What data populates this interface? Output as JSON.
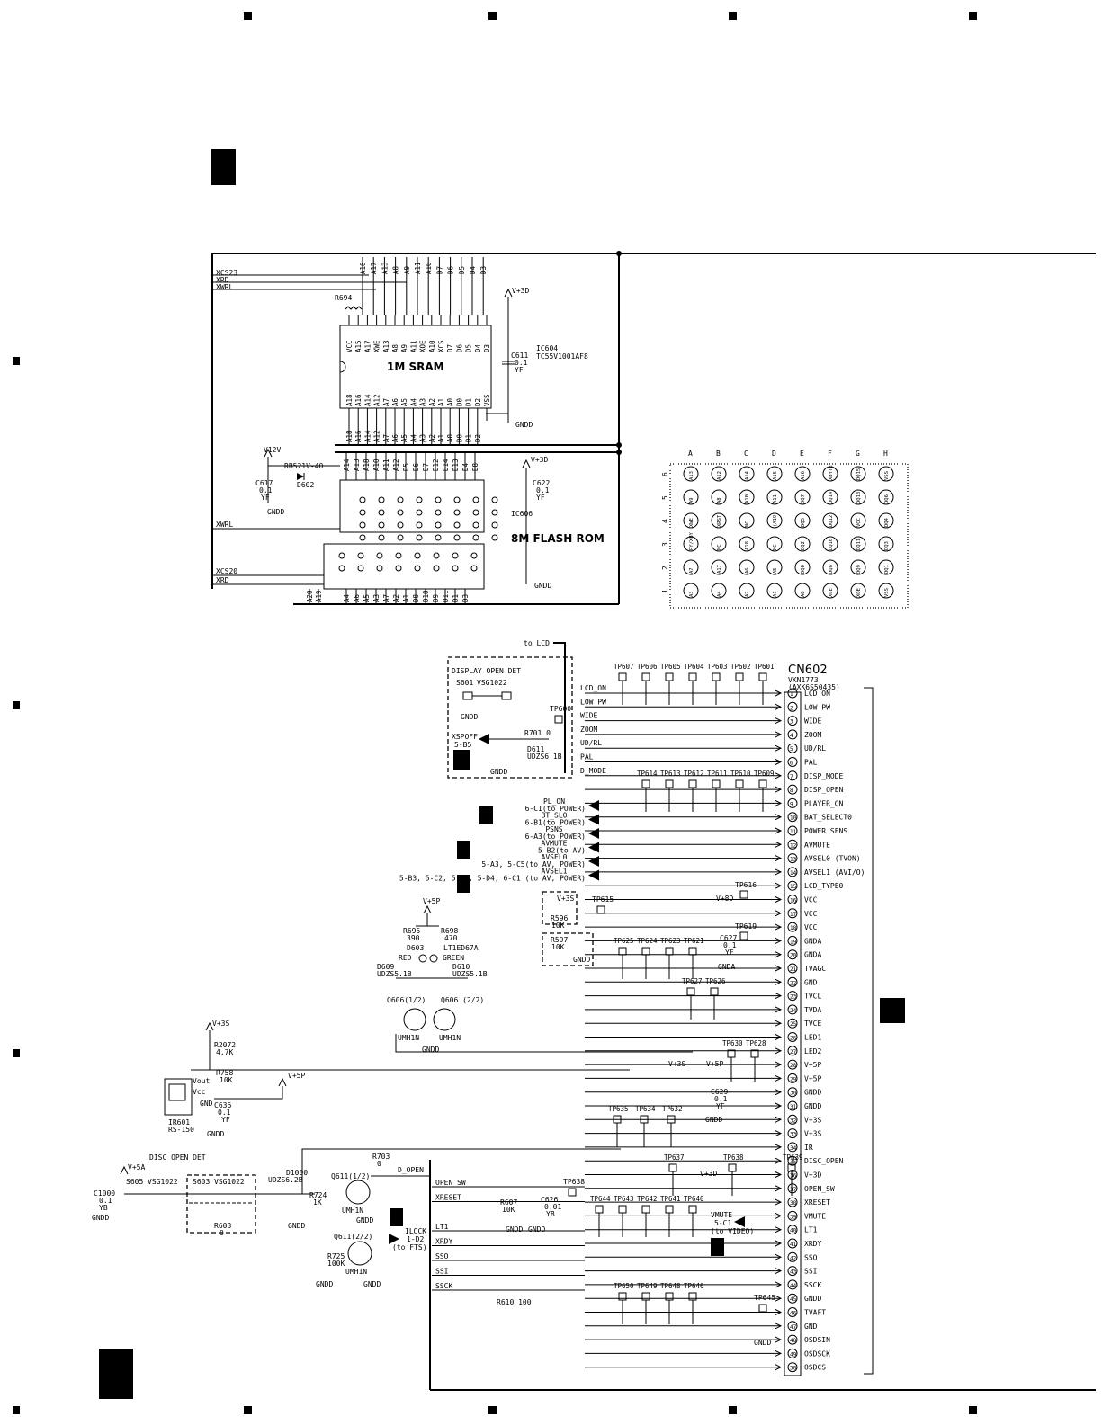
{
  "sram": {
    "title": "1M SRAM",
    "ic_ref": "IC604",
    "ic_part": "TC55V1001AF8",
    "resistor": "R694",
    "cap": "C611",
    "cap_val": "0.1",
    "cap_type": "YF",
    "top_pins": [
      "VCC",
      "A15",
      "A17",
      "XWE",
      "A13",
      "A8",
      "A9",
      "A11",
      "XOE",
      "A10",
      "XCS",
      "D7",
      "D6",
      "D5",
      "D4",
      "D3"
    ],
    "bottom_pins": [
      "A18",
      "A16",
      "A14",
      "A12",
      "A7",
      "A6",
      "A5",
      "A4",
      "A3",
      "A2",
      "A1",
      "A0",
      "D0",
      "D1",
      "D2",
      "VSS"
    ],
    "top_nets": [
      "A16",
      "A17",
      "A13",
      "A8",
      "A9",
      "A11",
      "A10",
      "D7",
      "D6",
      "D5",
      "D4",
      "D3"
    ],
    "bottom_nets": [
      "A18",
      "A16",
      "A14",
      "A12",
      "A7",
      "A6",
      "A5",
      "A4",
      "A3",
      "A2",
      "A1",
      "A0",
      "D0",
      "D1",
      "D2"
    ],
    "signals": [
      "XCS23",
      "XRD",
      "XWRL"
    ]
  },
  "flash": {
    "title": "8M FLASH ROM",
    "ic_ref": "IC606",
    "cap": "C622",
    "cap_val": "0.1",
    "cap_type": "YF",
    "diode": "D602",
    "diode_part": "RB521V-40",
    "cap2": "C617",
    "cap2_val": "0.1",
    "cap2_type": "YF",
    "top_nets": [
      "A14",
      "A13",
      "A18",
      "A10",
      "A11",
      "A12",
      "D5",
      "D6",
      "D7",
      "D12",
      "D14",
      "D13",
      "D4",
      "D8"
    ],
    "bottom_nets": [
      "A20",
      "A19",
      "A4",
      "A6",
      "A5",
      "A3",
      "A7",
      "A2",
      "A1",
      "D8",
      "D10",
      "D9",
      "D11",
      "D1",
      "D3"
    ],
    "signals": [
      "XWRL",
      "XCS20",
      "XRD"
    ]
  },
  "power_labels": {
    "v3d": "V+3D",
    "v12": "V12V",
    "gndd": "GNDD",
    "v5p": "V+5P",
    "v3s": "V+3S",
    "v5a": "V+5A",
    "gnda": "GNDA",
    "v8d": "V+8D"
  },
  "bga": {
    "cols": [
      "A",
      "B",
      "C",
      "D",
      "E",
      "F",
      "G",
      "H"
    ],
    "rows": [
      "6",
      "5",
      "4",
      "3",
      "2",
      "1"
    ],
    "cells": [
      [
        "A13",
        "A12",
        "A14",
        "A15",
        "A16",
        "XBYTE",
        "DQ15",
        "VSS"
      ],
      [
        "A9",
        "A8",
        "A10",
        "A11",
        "DQ7",
        "DQ14",
        "DQ13",
        "DQ6"
      ],
      [
        "XWE",
        "XRST",
        "NC",
        "(A19)",
        "DQ5",
        "DQ12",
        "VCC",
        "DQ4"
      ],
      [
        "RY/XBY",
        "NC",
        "A18",
        "NC",
        "DQ2",
        "DQ10",
        "DQ11",
        "DQ3"
      ],
      [
        "A7",
        "A17",
        "A6",
        "A5",
        "DQ0",
        "DQ8",
        "DQ9",
        "DQ1"
      ],
      [
        "A3",
        "A4",
        "A2",
        "A1",
        "A0",
        "XCE",
        "XOE",
        "VSS"
      ]
    ]
  },
  "display_open": {
    "title": "DISPLAY OPEN DET",
    "switch": "S601",
    "switch_part": "VSG1022",
    "to_lcd": "to LCD",
    "xspoff": "XSPOFF",
    "xspoff_ref": "5-B5",
    "resistor": "R701 0",
    "diode": "D611",
    "diode_part": "UDZS6.1B",
    "tp": "TP600"
  },
  "cn602": {
    "ref": "CN602",
    "part": "VKN1773",
    "part2": "(AXK6S50435)",
    "pins": [
      "LCD ON",
      "LOW PW",
      "WIDE",
      "ZOOM",
      "UD/RL",
      "PAL",
      "DISP_MODE",
      "DISP_OPEN",
      "PLAYER_ON",
      "BAT_SELECT0",
      "POWER SENS",
      "AVMUTE",
      "AVSEL0 (TVON)",
      "AVSEL1 (AVI/O)",
      "LCD_TYPE0",
      "VCC",
      "VCC",
      "VCC",
      "GNDA",
      "GNDA",
      "TVAGC",
      "GND",
      "TVCL",
      "TVDA",
      "TVCE",
      "LED1",
      "LED2",
      "V+5P",
      "V+5P",
      "GNDD",
      "GNDD",
      "V+3S",
      "V+3S",
      "IR",
      "DISC_OPEN",
      "V+3D",
      "OPEN_SW",
      "XRESET",
      "VMUTE",
      "LT1",
      "XRDY",
      "SSO",
      "SSI",
      "SSCK",
      "GNDD",
      "TVAFT",
      "GND",
      "OSDSIN",
      "OSDSCK",
      "OSDCS"
    ]
  },
  "net_labels_left": [
    "LCD_ON",
    "LOW PW",
    "WIDE",
    "ZOOM",
    "UD/RL",
    "PAL",
    "D_MODE"
  ],
  "tp_row1": [
    "TP607",
    "TP606",
    "TP605",
    "TP604",
    "TP603",
    "TP602",
    "TP601"
  ],
  "tp_row2": [
    "TP614",
    "TP613",
    "TP612",
    "TP611",
    "TP610",
    "TP609"
  ],
  "power_signals": [
    {
      "name": "PL_ON",
      "ref": "6-C1(to POWER)"
    },
    {
      "name": "BT_SL0",
      "ref": "6-B1(to POWER)"
    },
    {
      "name": "PSNS",
      "ref": "6-A3(to POWER)"
    },
    {
      "name": "AVMUTE",
      "ref": "5-B2(to AV)"
    },
    {
      "name": "AVSEL0",
      "ref": "5-A3, 5-C5(to AV, POWER)"
    },
    {
      "name": "AVSEL1",
      "ref": "5-B3, 5-C2, 5-D3, 5-D4, 6-C1 (to AV, POWER)"
    }
  ],
  "lcd_type": {
    "r1": "R596",
    "r1v": "10K",
    "r2": "R597",
    "r2v": "10K",
    "tp": "TP615",
    "tp16": "TP616",
    "tp19": "TP619",
    "cap": "C627",
    "cap_val": "0.1",
    "cap_type": "YF"
  },
  "tp_row3": [
    "TP625",
    "TP624",
    "TP623",
    "TP621"
  ],
  "tp_row4": [
    "TP627",
    "TP626"
  ],
  "led": {
    "r1": "R695",
    "r1v": "390",
    "r2": "R698",
    "r2v": "470",
    "led": "D603",
    "led_part": "LT1ED67A",
    "red": "RED",
    "green": "GREEN",
    "d1": "D609",
    "d1p": "UDZS5.1B",
    "d2": "D610",
    "d2p": "UDZS5.1B",
    "q1": "Q606(1/2)",
    "q2": "Q606 (2/2)",
    "qp": "UMH1N"
  },
  "ir": {
    "r1": "R2072",
    "r1v": "4.7K",
    "r2": "R758",
    "r2v": "10K",
    "cap": "C636",
    "cap_val": "0.1",
    "cap_type": "YF",
    "ic": "IR601",
    "ic_part": "RS-150",
    "vout": "Vout",
    "vcc": "Vcc",
    "gnd": "GND"
  },
  "tp_row5": [
    "TP630",
    "TP628"
  ],
  "c629": {
    "ref": "C629",
    "val": "0.1",
    "type": "YF"
  },
  "tp_row6": [
    "TP635",
    "TP634",
    "TP632"
  ],
  "disc_open": {
    "title": "DISC OPEN DET",
    "s1": "S605",
    "s1p": "VSG1022",
    "s2": "S603",
    "s2p": "VSG1022",
    "cap": "C1000",
    "cap_val": "0.1",
    "cap_type": "YB",
    "r": "R603",
    "rv": "0",
    "d": "D1000",
    "dp": "UDZS6.2B",
    "r724": "R724",
    "r724v": "1K",
    "r703": "R703",
    "r703v": "0",
    "d_open": "D_OPEN",
    "q1": "Q611(1/2)",
    "q2": "Q611(2/2)",
    "qp": "UMH1N",
    "r725": "R725",
    "r725v": "100K",
    "ilock": "ILOCK",
    "ilock_ref": "1-D2",
    "ilock_to": "(to FTS)"
  },
  "tp_row7": [
    "TP637",
    "TP638",
    "TP639"
  ],
  "lower_left_nets": [
    "OPEN_SW",
    "XRESET",
    "LT1",
    "XRDY",
    "SSO",
    "SSI",
    "SSCK"
  ],
  "xreset_parts": {
    "r": "R607",
    "rv": "10K",
    "c": "C626",
    "cv": "0.01",
    "ct": "YB",
    "tp": "TP638"
  },
  "tp_row8": [
    "TP644",
    "TP643",
    "TP642",
    "TP641",
    "TP640"
  ],
  "vmute": {
    "name": "VMUTE",
    "ref": "5-C1",
    "to": "(to VIDEO)"
  },
  "tp_row9": [
    "TP650",
    "TP649",
    "TP648",
    "TP646"
  ],
  "tp645": "TP645",
  "r610": "R610 100"
}
